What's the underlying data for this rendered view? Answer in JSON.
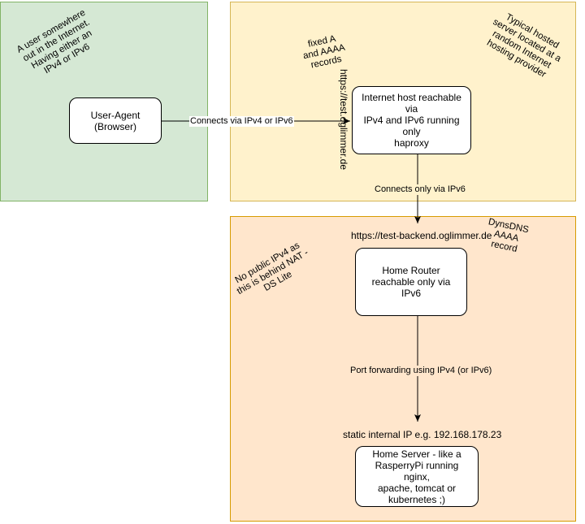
{
  "zones": {
    "user_note": "A user somewhere\nout in the Internet.\nHaving either an\nIPv4 or IPv6",
    "hosted_note": "Typical hosted\nserver located at a\nrandom Internet\nhosting provider",
    "home_note": "No public IPv4 as\nthis is behind NAT -\nDS Lite"
  },
  "nodes": {
    "user_agent": "User-Agent\n(Browser)",
    "internet_host": "Internet host reachable via\nIPv4 and IPv6 running only\nhaproxy",
    "home_router": "Home Router\nreachable only via IPv6",
    "home_server": "Home Server - like a\nRasperryPi running nginx,\napache, tomcat or\nkubernetes ;)"
  },
  "annotations": {
    "fixed_records": "fixed A\nand AAAA\nrecords",
    "test_url": "https://test.oglimmer.de",
    "backend_url": "https://test-backend.oglimmer.de",
    "dyndns": "DynsDNS\nAAAA\nrecord",
    "static_ip": "static internal IP e.g. 192.168.178.23"
  },
  "edges": {
    "ua_to_host": "Connects via IPv4 or IPv6",
    "host_to_router": "Connects only via IPv6",
    "router_to_server": "Port forwarding using IPv4 (or IPv6)"
  },
  "colors": {
    "green_fill": "#d5e8d4",
    "yellow_fill": "#fff2cc",
    "orange_fill": "#ffe6cc"
  }
}
